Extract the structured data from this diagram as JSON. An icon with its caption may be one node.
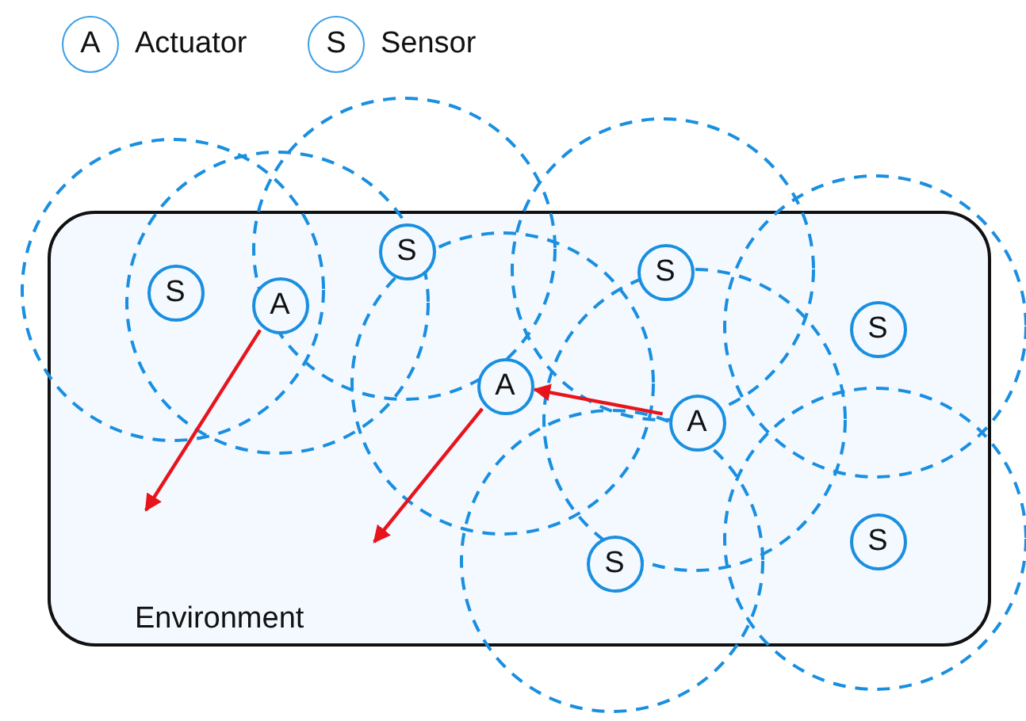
{
  "diagram": {
    "nodes": [
      {
        "text": [
          "Environment"
        ]
      },
      {
        "text": [
          "S"
        ],
        "in": 0
      },
      {
        "text": [
          "S"
        ],
        "in": 0
      },
      {
        "text": [
          "S"
        ],
        "in": 0
      },
      {
        "text": [
          "A"
        ],
        "in": 0
      },
      {
        "text": [
          "S"
        ],
        "in": 0
      },
      {
        "text": [
          "A"
        ],
        "in": 0
      },
      {
        "text": [
          "A"
        ],
        "in": 0
      },
      {
        "text": [
          "S"
        ],
        "in": 0
      },
      {
        "text": [
          "S"
        ],
        "in": 0
      }
    ],
    "edges": [
      {
        "from": 4,
        "to": null,
        "arrow": "to"
      },
      {
        "from": 6,
        "to": null,
        "arrow": "to"
      },
      {
        "from": 7,
        "to": 6,
        "arrow": "to"
      }
    ],
    "labels": [
      "A",
      "S"
    ],
    "legend": [
      {
        "text": "Actuator"
      },
      {
        "text": "Sensor"
      }
    ]
  }
}
